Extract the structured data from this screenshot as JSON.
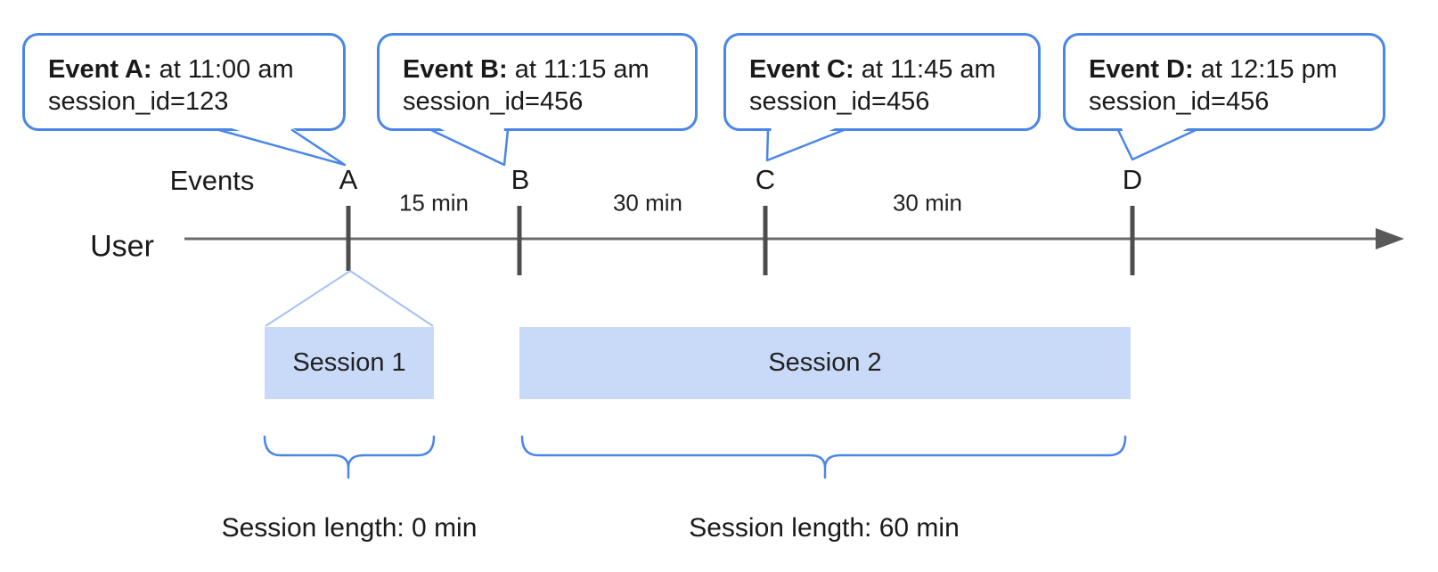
{
  "timeline": {
    "events_label": "Events",
    "user_label": "User"
  },
  "events": [
    {
      "letter": "A",
      "title": "Event A:",
      "time": " at 11:00 am",
      "session": "session_id=123"
    },
    {
      "letter": "B",
      "title": "Event B:",
      "time": " at 11:15 am",
      "session": "session_id=456"
    },
    {
      "letter": "C",
      "title": "Event C:",
      "time": " at 11:45 am",
      "session": "session_id=456"
    },
    {
      "letter": "D",
      "title": "Event D:",
      "time": " at 12:15 pm",
      "session": "session_id=456"
    }
  ],
  "gaps": [
    {
      "label": "15 min"
    },
    {
      "label": "30 min"
    },
    {
      "label": "30 min"
    }
  ],
  "sessions": [
    {
      "label": "Session 1",
      "length": "Session length: 0 min"
    },
    {
      "label": "Session 2",
      "length": "Session length: 60 min"
    }
  ],
  "colors": {
    "callout_border": "#4a86e8",
    "brace": "#4a86e8",
    "session_fill": "#c9daf8",
    "fan_line": "#a4c2f4",
    "timeline_line": "#6b6b6b",
    "tick": "#4d4d4d",
    "arrow": "#595959",
    "text": "#1a1a1a"
  }
}
